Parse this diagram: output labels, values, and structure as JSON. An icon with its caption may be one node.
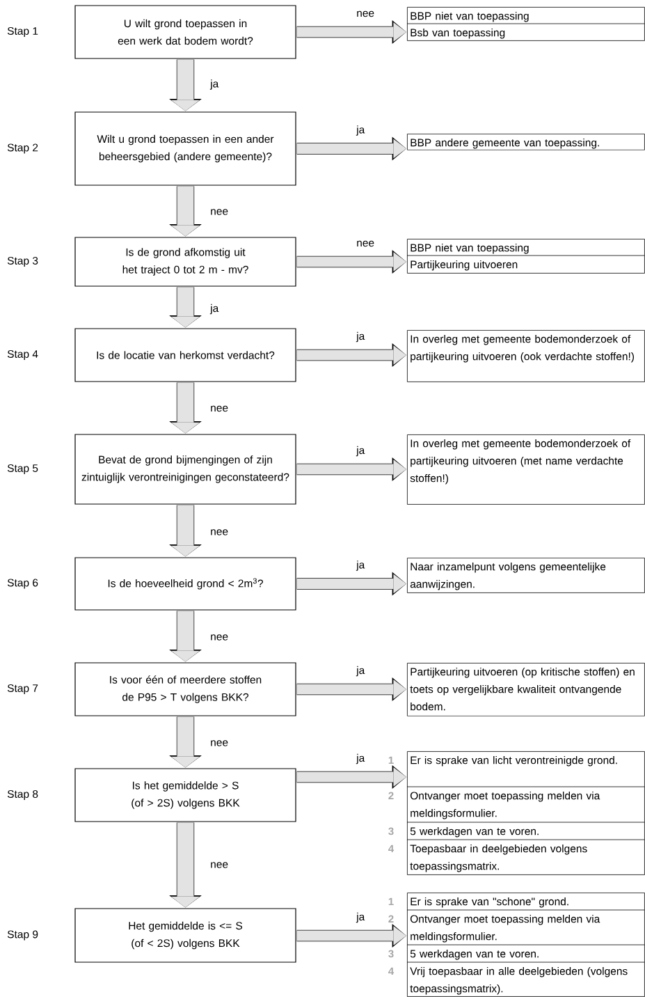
{
  "diagram": {
    "nodes": [
      {
        "text": [
          "U wilt grond toepassen in een werk dat bodem wordt?"
        ]
      },
      {
        "text": [
          "BBP niet van toepassing",
          "Bsb van toepassing"
        ]
      },
      {
        "text": [
          "Wilt u grond toepassen in een ander beheersgebied (andere gemeente)?"
        ]
      },
      {
        "text": [
          "BBP andere gemeente van toepassing."
        ]
      },
      {
        "text": [
          "Is de grond afkomstig uit het traject 0 tot 2 m - mv?"
        ]
      },
      {
        "text": [
          "BBP niet van toepassing",
          "Partijkeuring uitvoeren"
        ]
      },
      {
        "text": [
          "Is de locatie van herkomst verdacht?"
        ]
      },
      {
        "text": [
          "In overleg met gemeente bodemonderzoek of partijkeuring uitvoeren (ook verdachte stoffen!)"
        ]
      },
      {
        "text": [
          "Bevat de grond bijmengingen of zijn zintuiglijk verontreinigingen geconstateerd?"
        ]
      },
      {
        "text": [
          "In overleg met gemeente bodemonderzoek of partijkeuring uitvoeren (met name verdachte stoffen!)"
        ]
      },
      {
        "text": [
          "Is de hoeveelheid grond < 2m$^{3}$?"
        ]
      },
      {
        "text": [
          "Naar inzamelpunt volgens gemeentelijke aanwijzingen."
        ]
      },
      {
        "text": [
          "Is voor één of meerdere stoffen de P95 > T volgens BKK?"
        ]
      },
      {
        "text": [
          "Partijkeuring uitvoeren (op kritische stoffen) en toets op vergelijkbare kwaliteit ontvangende bodem."
        ]
      },
      {
        "text": [
          "Is het gemiddelde  > S (of > 2S) volgens BKK"
        ]
      },
      {
        "text": [
          "Er is sprake van licht verontreinigde grond.",
          "Ontvanger moet toepassing melden via meldingsformulier.",
          "5 werkdagen van te voren.",
          "Toepasbaar in deelgebieden volgens toepassingsmatrix."
        ],
        "beside": [
          "1",
          "2",
          "3",
          "4"
        ]
      },
      {
        "text": [
          "Het gemiddelde is <= S (of < 2S) volgens BKK"
        ]
      },
      {
        "text": [
          "Er is sprake van \"schone\" grond.",
          "Ontvanger moet toepassing melden via meldingsformulier.",
          "5 werkdagen van te voren.",
          "Vrij toepasbaar in alle deelgebieden (volgens toepassingsmatrix)."
        ],
        "beside": [
          "1",
          "2",
          "3",
          "4"
        ]
      }
    ],
    "labels": [
      "Stap 1",
      "Stap 2",
      "Stap 3",
      "Stap 4",
      "Stap 5",
      "Stap 6",
      "Stap 7",
      "Stap 8",
      "Stap 9"
    ],
    "edges": [
      {
        "from": 0,
        "to": 1,
        "arrow": "to",
        "label": "nee"
      },
      {
        "from": 0,
        "to": 2,
        "arrow": "to",
        "label": "ja"
      },
      {
        "from": 2,
        "to": 3,
        "arrow": "to",
        "label": "ja"
      },
      {
        "from": 2,
        "to": 4,
        "arrow": "to",
        "label": "nee"
      },
      {
        "from": 4,
        "to": 5,
        "arrow": "to",
        "label": "nee"
      },
      {
        "from": 4,
        "to": 6,
        "arrow": "to",
        "label": "ja"
      },
      {
        "from": 6,
        "to": 7,
        "arrow": "to",
        "label": "ja"
      },
      {
        "from": 6,
        "to": 8,
        "arrow": "to",
        "label": "nee"
      },
      {
        "from": 8,
        "to": 9,
        "arrow": "to",
        "label": "ja"
      },
      {
        "from": 8,
        "to": 10,
        "arrow": "to",
        "label": "nee"
      },
      {
        "from": 10,
        "to": 11,
        "arrow": "to",
        "label": "ja"
      },
      {
        "from": 10,
        "to": 12,
        "arrow": "to",
        "label": "nee"
      },
      {
        "from": 12,
        "to": 13,
        "arrow": "to",
        "label": "ja"
      },
      {
        "from": 12,
        "to": 14,
        "arrow": "to",
        "label": "nee"
      },
      {
        "from": 14,
        "to": 15,
        "arrow": "to",
        "label": "ja"
      },
      {
        "from": 14,
        "to": 16,
        "arrow": "to",
        "label": "nee"
      },
      {
        "from": 16,
        "to": 17,
        "arrow": "to",
        "label": "ja"
      }
    ]
  }
}
